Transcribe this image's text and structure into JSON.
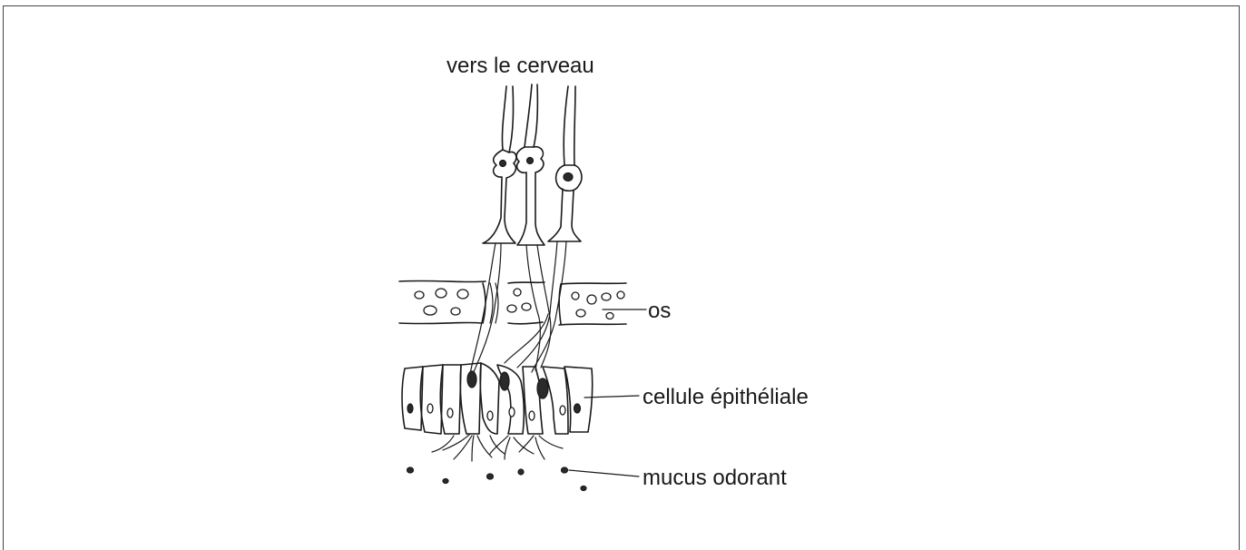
{
  "diagram": {
    "labels": {
      "top": "vers le cerveau",
      "bone": "os",
      "epithelial": "cellule épithéliale",
      "mucus": "mucus odorant"
    }
  }
}
